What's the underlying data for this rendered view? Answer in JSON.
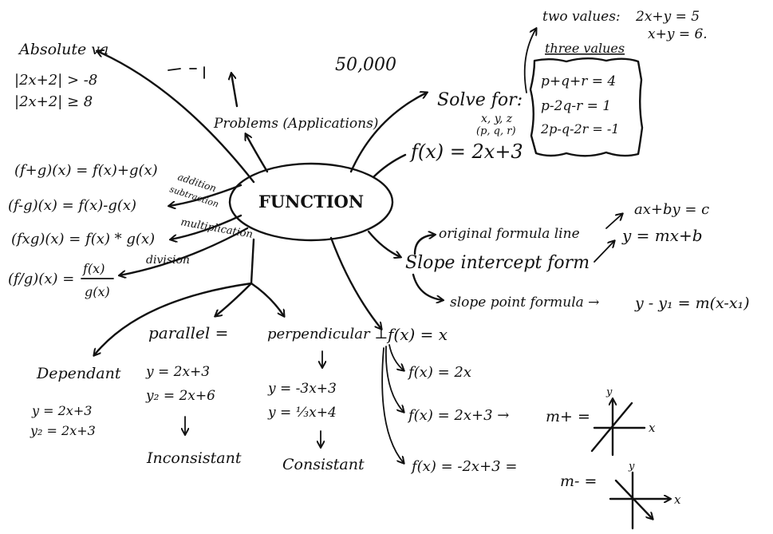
{
  "center": {
    "label": "FUNCTION"
  },
  "top": {
    "number": "50,000",
    "problems": "Problems (Applications)",
    "absolute_title": "Absolute va",
    "absolute_1": "|2x+2| > -8",
    "absolute_2": "|2x+2| ≥ 8"
  },
  "solve": {
    "label": "Solve for:",
    "vars_1": "x, y, z",
    "vars_2": "(p, q, r)",
    "two_values_label": "two values:",
    "two_eq_1": "2x+y = 5",
    "two_eq_2": "x+y = 6.",
    "three_values_label": "three values",
    "three_eq_1": "p+q+r = 4",
    "three_eq_2": "p-2q-r = 1",
    "three_eq_3": "2p-q-2r = -1",
    "fx": "f(x) = 2x+3"
  },
  "operations": {
    "add_eq": "(f+g)(x) = f(x)+g(x)",
    "add_label": "addition",
    "sub_eq": "(f-g)(x) = f(x)-g(x)",
    "sub_label": "subtraction",
    "mul_eq": "(fxg)(x) = f(x) * g(x)",
    "mul_label": "multiplication",
    "div_label": "division",
    "div_left": "(f/g)(x) =",
    "div_num": "f(x)",
    "div_den": "g(x)"
  },
  "slope": {
    "original": "original formula line",
    "standard": "ax+by = c",
    "slope_intercept": "Slope intercept form",
    "y_mx_b": "y = mx+b",
    "slope_point": "slope point formula →",
    "point_form": "y - y₁ = m(x-x₁)"
  },
  "lines": {
    "dependant": "Dependant",
    "dep_eq_1": "y = 2x+3",
    "dep_eq_2": "y₂ = 2x+3",
    "parallel": "parallel =",
    "par_eq_1": "y = 2x+3",
    "par_eq_2": "y₂ = 2x+6",
    "inconsistant": "Inconsistant",
    "perpendicular": "perpendicular ⊥",
    "perp_eq_1": "y = -3x+3",
    "perp_eq_2": "y = ⅓x+4",
    "consistant": "Consistant"
  },
  "graphs": {
    "fx_1": "f(x) = x",
    "fx_2": "f(x) = 2x",
    "fx_3": "f(x) = 2x+3 →",
    "m_pos": "m+ =",
    "fx_4": "f(x) = -2x+3 =",
    "m_neg": "m- =",
    "axis_x": "x",
    "axis_y": "y"
  }
}
